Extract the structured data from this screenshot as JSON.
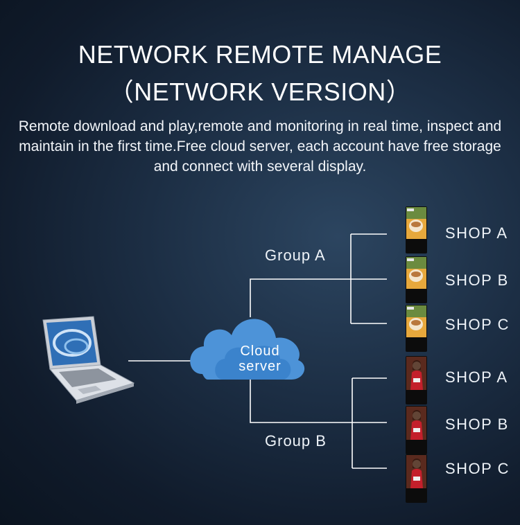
{
  "title_line1": "NETWORK REMOTE MANAGE",
  "title_line2": "（NETWORK VERSION）",
  "description": "Remote download and play,remote and monitoring in real time, inspect and maintain in the first time.Free cloud server, each account have free storage and connect with several display.",
  "hub": {
    "line1": "Cloud",
    "line2": "server"
  },
  "groups": [
    {
      "label": "Group A",
      "shops": [
        "SHOP A",
        "SHOP B",
        "SHOP C"
      ],
      "screen_content": "food"
    },
    {
      "label": "Group B",
      "shops": [
        "SHOP A",
        "SHOP B",
        "SHOP C"
      ],
      "screen_content": "person"
    }
  ],
  "icons": [
    "laptop-icon",
    "cloud-icon",
    "kiosk-display-icon"
  ],
  "colors": {
    "line": "#ffffff",
    "cloud": "#4a8fd4",
    "background": "#15243a"
  }
}
